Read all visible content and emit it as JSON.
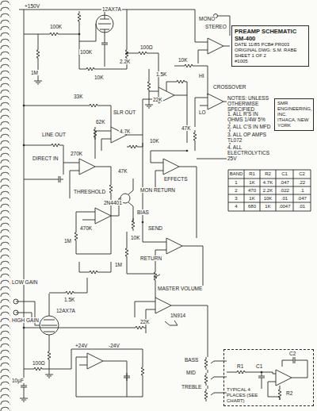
{
  "diagram": {
    "nodes": [
      {
        "text": [
          "PREAMP SCHEMATIC SM-400",
          "DATE 11/85 PCB# PR003",
          "ORIGINAL DWG: S.M. RABE",
          "SHEET 1 OF 2",
          "#1005"
        ]
      },
      {
        "text": [
          "SMR ENGINEERING, INC.",
          "ITHACA, NEW YORK"
        ]
      },
      {
        "text": [
          "TYPICAL 4 PLACES (SEE CHART)"
        ]
      }
    ],
    "labels": [
      "+150V",
      "12AX7A",
      "100K",
      "1M",
      "100K",
      "33K",
      "10K",
      "2.2K",
      "100Ω",
      "1.5K",
      "22K",
      "SLR OUT",
      "LINE OUT",
      "270K",
      "DIRECT IN",
      "62K",
      "4.7K",
      "10K",
      "47K",
      "THRESHOLD",
      "2N4401",
      "BIAS",
      "470K",
      "1M",
      "EFFECTS",
      "MON RETURN",
      "SEND",
      "RETURN",
      "MASTER VOLUME",
      "LOW GAIN",
      "HIGH GAIN",
      "12AX7A",
      "1.5K",
      "1M",
      "10K",
      "+24V",
      "-24V",
      "22K",
      "1N914",
      "10µF",
      "100Ω",
      "BASS",
      "MID",
      "TREBLE",
      "MONO",
      "STEREO",
      "HI",
      "CROSSOVER",
      "LO",
      "47K",
      "10K",
      "NOTES: UNLESS OTHERWISE SPECIFIED",
      "1. ALL R'S IN OHMS 1/4W 5%",
      "2. ALL C'S IN MFD",
      "3. ALL OP AMPS TL072",
      "4. ALL ELECTROLYTICS 25V",
      "BAND",
      "R1",
      "R2",
      "C1",
      "C2",
      "1",
      "1K",
      "4.7K",
      ".047",
      ".22",
      "2",
      "470",
      "2.2K",
      ".022",
      ".1",
      "3",
      "1K",
      "10K",
      ".01",
      ".047",
      "4",
      "680",
      "1K",
      ".0047",
      ".01",
      "R1",
      "C1",
      "R2",
      "C2"
    ]
  }
}
